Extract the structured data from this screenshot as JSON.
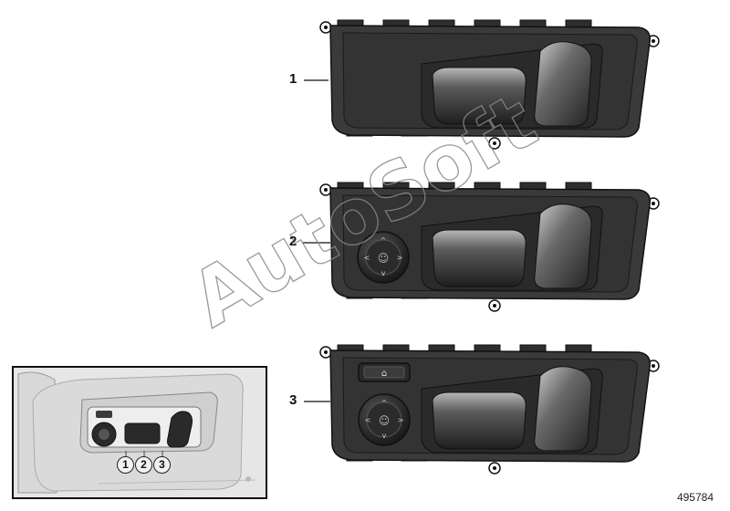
{
  "callouts": {
    "item1": "1",
    "item2": "2",
    "item3": "3"
  },
  "inset_numbers": [
    "1",
    "2",
    "3"
  ],
  "watermark": "AutoSoft",
  "diagram_id": "495784",
  "colors": {
    "switch_body": "#3a3a3a",
    "switch_frame": "#2b2b2b",
    "inset_bg": "#e6e6e6",
    "outline": "#111111"
  }
}
